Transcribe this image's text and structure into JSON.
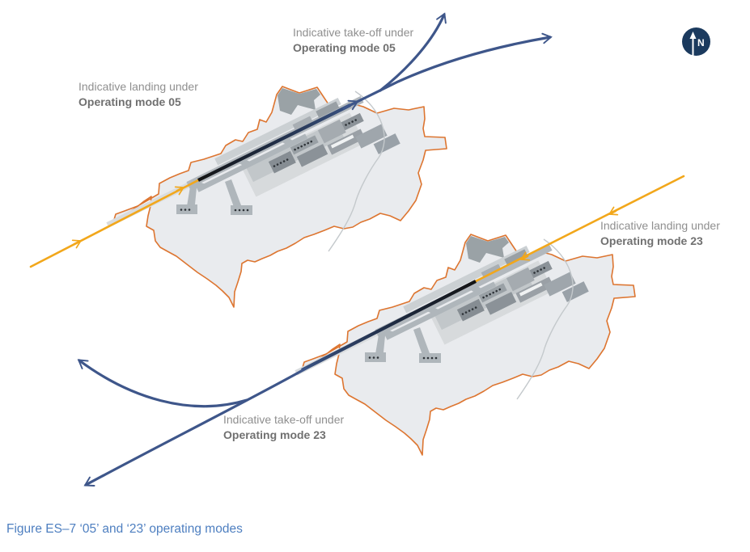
{
  "figure": {
    "caption": "Figure ES–7 ‘05’ and ‘23’ operating modes"
  },
  "north": {
    "letter": "N"
  },
  "labels": {
    "takeoff_05": {
      "line1": "Indicative take-off under",
      "line2": "Operating mode 05"
    },
    "landing_05": {
      "line1": "Indicative landing under",
      "line2": "Operating mode 05"
    },
    "landing_23": {
      "line1": "Indicative landing under",
      "line2": "Operating mode 23"
    },
    "takeoff_23": {
      "line1": "Indicative take-off under",
      "line2": "Operating mode 23"
    }
  },
  "colors": {
    "landing_color": "#F2A71B",
    "takeoff_color": "#3E568A",
    "site_boundary": "#DD7530",
    "site_fill": "#E9EBEE",
    "caption_color": "#4E7FC0",
    "label_color": "#8F8F8F",
    "label_bold_color": "#707070",
    "north_bg": "#1B3A5E"
  }
}
